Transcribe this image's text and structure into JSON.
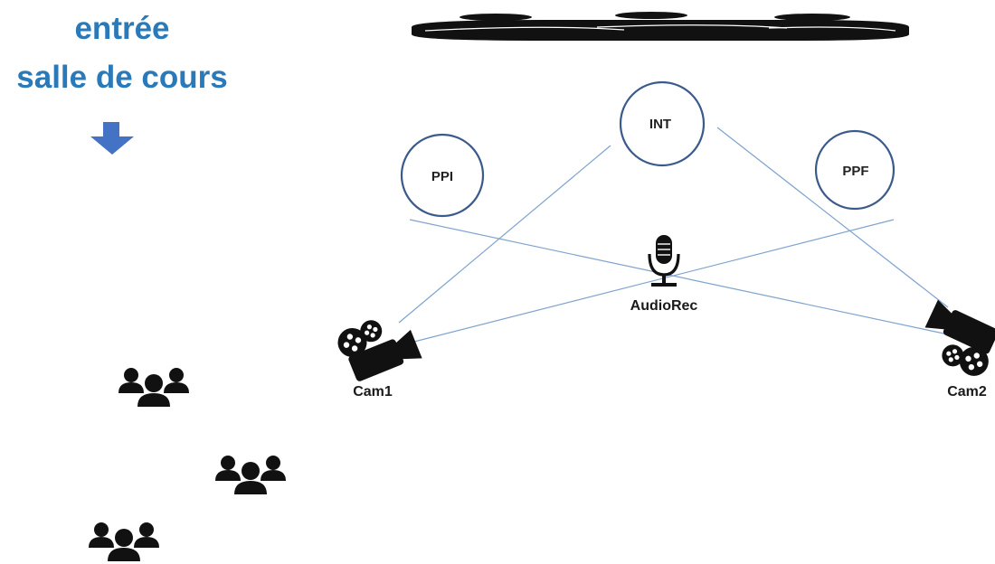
{
  "entrance": {
    "line1": "entrée",
    "line2": "salle de cours",
    "arrow_icon": "arrow-down-icon",
    "arrow_color": "#4472c4",
    "text_color": "#2a79b9"
  },
  "positions": {
    "int": "INT",
    "ppi": "PPI",
    "ppf": "PPF"
  },
  "devices": {
    "cam1": "Cam1",
    "cam2": "Cam2",
    "mic": "AudioRec"
  },
  "icons": {
    "board": "seating-board-icon",
    "camera": "video-camera-icon",
    "mic": "microphone-icon",
    "audience": "users-group-icon"
  },
  "colors": {
    "circle_stroke": "#3b5a8c",
    "sightline": "#7fa3cf",
    "icon_fill": "#111111"
  }
}
